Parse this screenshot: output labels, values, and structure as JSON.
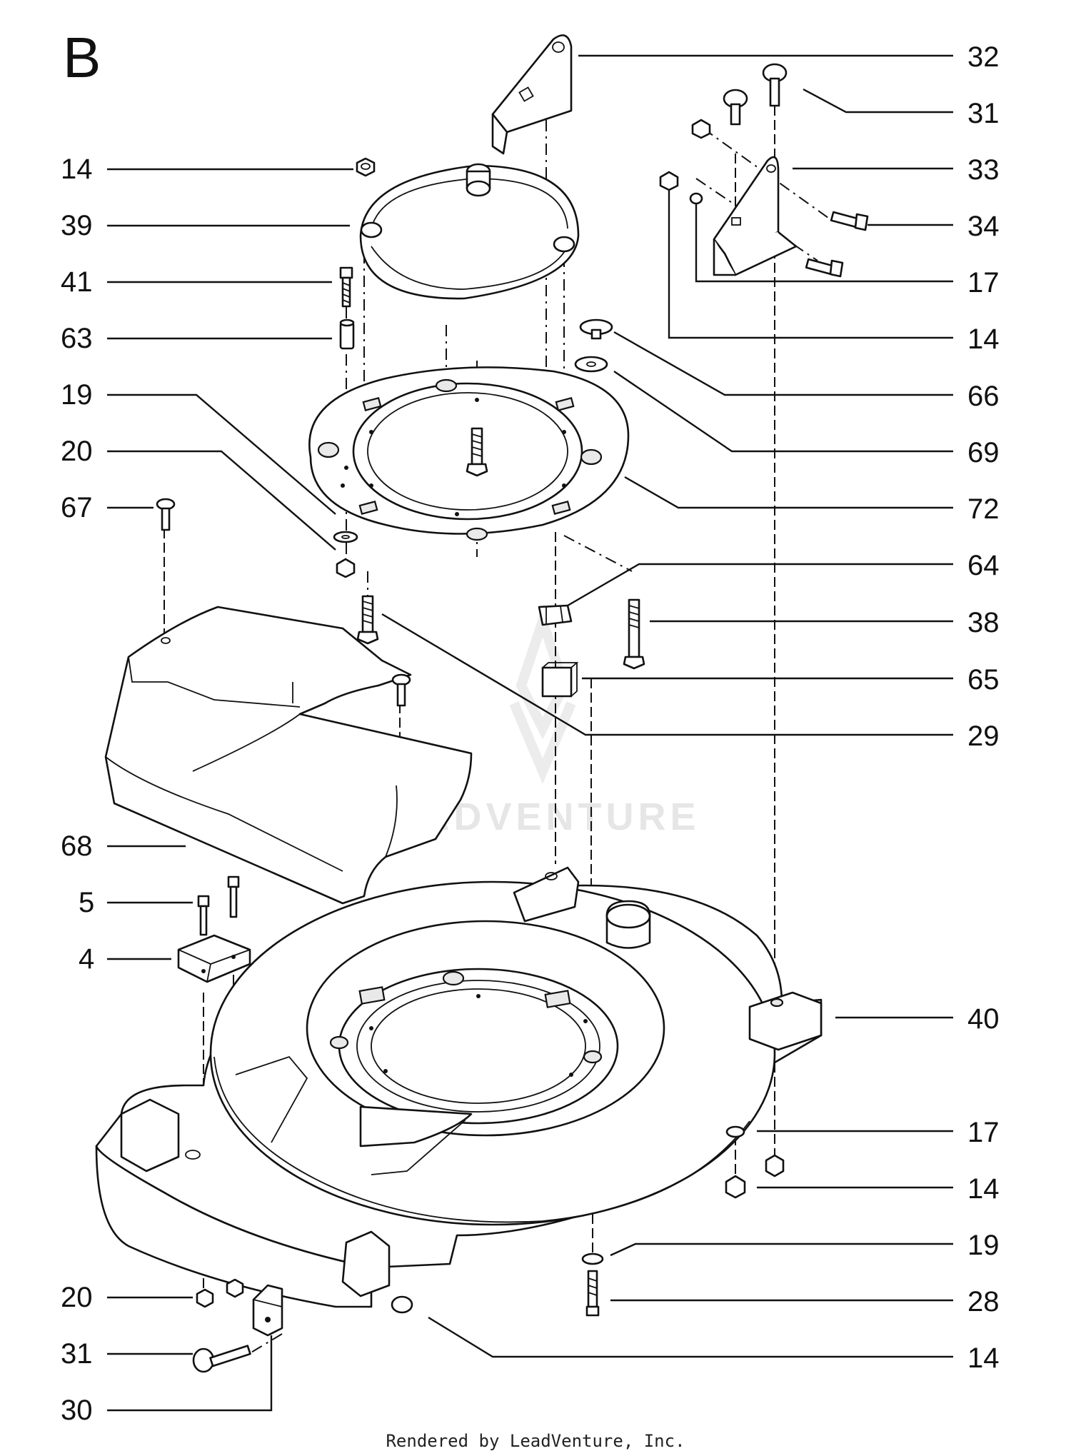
{
  "diagram": {
    "section_letter": "B",
    "footer": "Rendered by LeadVenture, Inc.",
    "watermark": "LEADVENTURE",
    "callouts_left": [
      {
        "id": "l14a",
        "label": "14"
      },
      {
        "id": "l39",
        "label": "39"
      },
      {
        "id": "l41",
        "label": "41"
      },
      {
        "id": "l63",
        "label": "63"
      },
      {
        "id": "l19a",
        "label": "19"
      },
      {
        "id": "l20a",
        "label": "20"
      },
      {
        "id": "l67",
        "label": "67"
      },
      {
        "id": "l68",
        "label": "68"
      },
      {
        "id": "l5",
        "label": "5"
      },
      {
        "id": "l4",
        "label": "4"
      },
      {
        "id": "l20b",
        "label": "20"
      },
      {
        "id": "l31b",
        "label": "31"
      },
      {
        "id": "l30",
        "label": "30"
      }
    ],
    "callouts_right": [
      {
        "id": "r32",
        "label": "32"
      },
      {
        "id": "r31",
        "label": "31"
      },
      {
        "id": "r33",
        "label": "33"
      },
      {
        "id": "r34",
        "label": "34"
      },
      {
        "id": "r17a",
        "label": "17"
      },
      {
        "id": "r14a",
        "label": "14"
      },
      {
        "id": "r66",
        "label": "66"
      },
      {
        "id": "r69",
        "label": "69"
      },
      {
        "id": "r72",
        "label": "72"
      },
      {
        "id": "r64",
        "label": "64"
      },
      {
        "id": "r38",
        "label": "38"
      },
      {
        "id": "r65",
        "label": "65"
      },
      {
        "id": "r29",
        "label": "29"
      },
      {
        "id": "r40",
        "label": "40"
      },
      {
        "id": "r17b",
        "label": "17"
      },
      {
        "id": "r14b",
        "label": "14"
      },
      {
        "id": "r19b",
        "label": "19"
      },
      {
        "id": "r28",
        "label": "28"
      },
      {
        "id": "r14c",
        "label": "14"
      }
    ]
  }
}
